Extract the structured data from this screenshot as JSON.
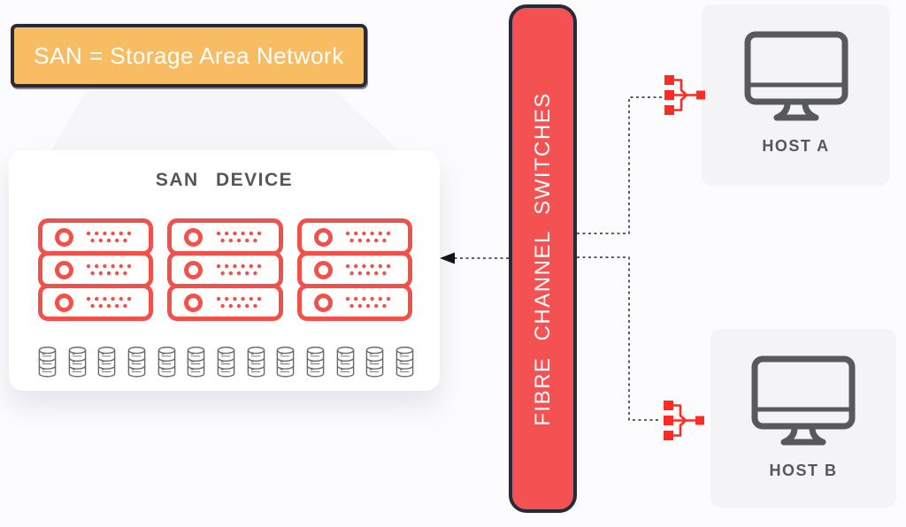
{
  "banner": {
    "label": "SAN = Storage Area Network"
  },
  "san_device": {
    "title": "SAN DEVICE",
    "stack_count": 3,
    "units_per_stack": 3,
    "disk_count": 13
  },
  "switch_bar": {
    "label": "FIBRE CHANNEL SWITCHES"
  },
  "hosts": [
    {
      "label": "HOST A"
    },
    {
      "label": "HOST B"
    }
  ],
  "icons": {
    "server_unit": "server-rack-unit-icon",
    "disk": "database-cylinder-icon",
    "hub": "switch-fanout-icon",
    "monitor": "desktop-monitor-icon",
    "arrow": "dashed-arrow-left-icon"
  },
  "colors": {
    "banner_orange": "#f8bc62",
    "border_navy": "#252b3b",
    "server_red": "#f1504b",
    "pill_red": "#f45152",
    "hub_red": "#fb2d23",
    "icon_gray": "#58595b",
    "title_gray": "#55565a",
    "host_card_bg": "#f4f3f6",
    "page_bg": "#fcfbfd",
    "line_dark": "#2b2b2b"
  }
}
